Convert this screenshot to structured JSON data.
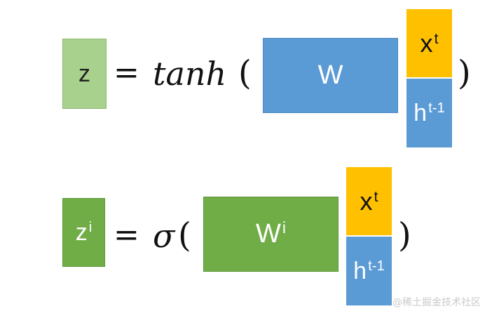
{
  "row1": {
    "z_label": "z",
    "equals": "=",
    "func_name": "tanh",
    "open_paren": "(",
    "w_label": "W",
    "x_label": "x",
    "x_sup": "t",
    "h_label": "h",
    "h_sup": "t-1",
    "close_paren": ")"
  },
  "row2": {
    "z_label": "z",
    "z_sup": "i",
    "equals": "=",
    "func_name": "σ",
    "open_paren": "(",
    "w_label": "W",
    "w_sup": "i",
    "x_label": "x",
    "x_sup": "t",
    "h_label": "h",
    "h_sup": "t-1",
    "close_paren": ")"
  },
  "watermark": "@稀土掘金技术社区",
  "colors": {
    "z_light_green": "#a9d18e",
    "z_dark_green": "#70ad47",
    "w_blue": "#5b9bd5",
    "x_yellow": "#ffc000",
    "h_blue": "#5b9bd5",
    "w_green": "#70ad47"
  }
}
